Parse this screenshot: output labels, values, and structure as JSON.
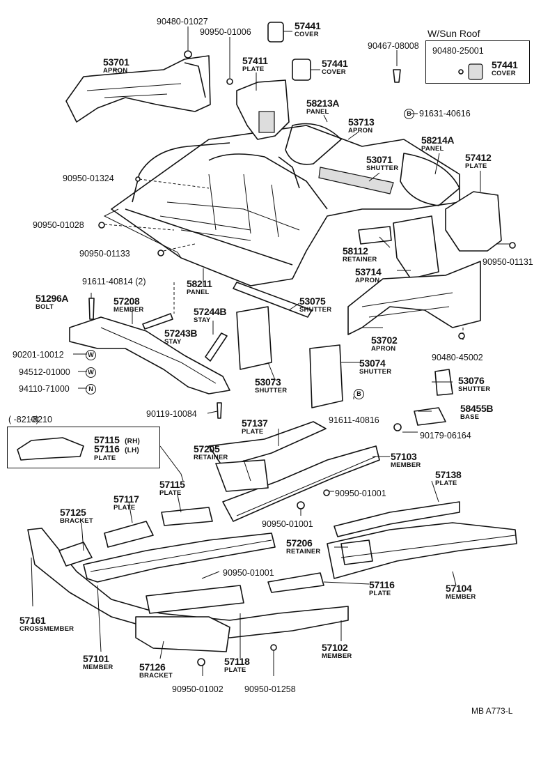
{
  "sunroof": {
    "title": "W/Sun Roof",
    "bolt": "90480-25001",
    "cover_num": "57441",
    "cover_name": "COVER"
  },
  "inset": {
    "range": "(          -8210)",
    "rh_num": "57115",
    "rh_side": "(RH)",
    "lh_num": "57116",
    "lh_side": "(LH)",
    "name": "PLATE"
  },
  "code": "MB  A773-L",
  "parts": {
    "p90480_01027": "90480-01027",
    "p90950_01006": "90950-01006",
    "p57441a": {
      "num": "57441",
      "name": "COVER"
    },
    "p57441b": {
      "num": "57441",
      "name": "COVER"
    },
    "p53701": {
      "num": "53701",
      "name": "APRON"
    },
    "p57411": {
      "num": "57411",
      "name": "PLATE"
    },
    "p90467_08008": "90467-08008",
    "p58213A": {
      "num": "58213A",
      "name": "PANEL"
    },
    "p91631_40616": "91631-40616",
    "p53713": {
      "num": "53713",
      "name": "APRON"
    },
    "p58214A": {
      "num": "58214A",
      "name": "PANEL"
    },
    "p53071": {
      "num": "53071",
      "name": "SHUTTER"
    },
    "p57412": {
      "num": "57412",
      "name": "PLATE"
    },
    "p90950_01324": "90950-01324",
    "p90950_01028": "90950-01028",
    "p90950_01133": "90950-01133",
    "p58112": {
      "num": "58112",
      "name": "RETAINER"
    },
    "p53714": {
      "num": "53714",
      "name": "APRON"
    },
    "p90950_01131": "90950-01131",
    "p91611_40814": "91611-40814 (2)",
    "p58211": {
      "num": "58211",
      "name": "PANEL"
    },
    "p51296A": {
      "num": "51296A",
      "name": "BOLT"
    },
    "p57208": {
      "num": "57208",
      "name": "MEMBER"
    },
    "p57244B": {
      "num": "57244B",
      "name": "STAY"
    },
    "p57243B": {
      "num": "57243B",
      "name": "STAY"
    },
    "p53075": {
      "num": "53075",
      "name": "SHUTTER"
    },
    "p53702": {
      "num": "53702",
      "name": "APRON"
    },
    "p90480_45002": "90480-45002",
    "p90201_10012": "90201-10012",
    "p94512_01000": "94512-01000",
    "p94110_71000": "94110-71000",
    "p53073": {
      "num": "53073",
      "name": "SHUTTER"
    },
    "p53074": {
      "num": "53074",
      "name": "SHUTTER"
    },
    "p53076": {
      "num": "53076",
      "name": "SHUTTER"
    },
    "p90119_10084": "90119-10084",
    "p91611_40816": "91611-40816",
    "p58455B": {
      "num": "58455B",
      "name": "BASE"
    },
    "p90179_06164": "90179-06164",
    "p57137": {
      "num": "57137",
      "name": "PLATE"
    },
    "p57205": {
      "num": "57205",
      "name": "RETAINER"
    },
    "p57103": {
      "num": "57103",
      "name": "MEMBER"
    },
    "p57138": {
      "num": "57138",
      "name": "PLATE"
    },
    "p57115": {
      "num": "57115",
      "name": "PLATE"
    },
    "p57117": {
      "num": "57117",
      "name": "PLATE"
    },
    "p57125": {
      "num": "57125",
      "name": "BRACKET"
    },
    "p90950_01001a": "90950-01001",
    "p90950_01001b": "90950-01001",
    "p90950_01001c": "90950-01001",
    "p57206": {
      "num": "57206",
      "name": "RETAINER"
    },
    "p57104": {
      "num": "57104",
      "name": "MEMBER"
    },
    "p57116": {
      "num": "57116",
      "name": "PLATE"
    },
    "p57161": {
      "num": "57161",
      "name": "CROSSMEMBER"
    },
    "p57101": {
      "num": "57101",
      "name": "MEMBER"
    },
    "p57126": {
      "num": "57126",
      "name": "BRACKET"
    },
    "p57118": {
      "num": "57118",
      "name": "PLATE"
    },
    "p57102": {
      "num": "57102",
      "name": "MEMBER"
    },
    "p90950_01002": "90950-01002",
    "p90950_01258": "90950-01258"
  },
  "washer_symbols": {
    "w1": "W",
    "w2": "W",
    "n": "N",
    "b1": "B",
    "b2": "B"
  }
}
